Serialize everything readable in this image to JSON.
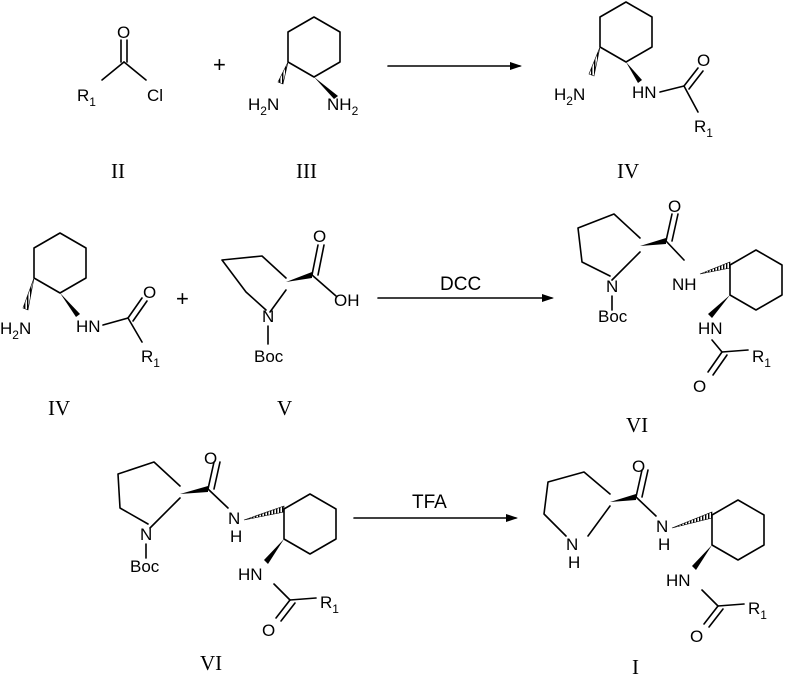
{
  "step1": {
    "reagent_label": "II",
    "diamine_label": "III",
    "product_label": "IV",
    "r": "R",
    "r_sub": "1",
    "o": "O",
    "cl": "Cl",
    "plus": "+",
    "h2n": "H",
    "h2n_sub": "2",
    "h2n_n": "N",
    "nh2_n": "NH",
    "nh2_sub": "2",
    "hn": "HN"
  },
  "step2": {
    "amine_label": "IV",
    "proline_label": "V",
    "product_label": "VI",
    "reagent": "DCC",
    "plus": "+",
    "oh": "OH",
    "boc": "Boc",
    "n": "N",
    "nh": "NH",
    "hn": "HN",
    "o": "O",
    "r": "R",
    "r_sub": "1"
  },
  "step3": {
    "start_label": "VI",
    "product_label": "I",
    "reagent": "TFA",
    "boc": "Boc",
    "n": "N",
    "nh_amide": "N",
    "h": "H",
    "hn": "HN",
    "o": "O",
    "r": "R",
    "r_sub": "1"
  }
}
